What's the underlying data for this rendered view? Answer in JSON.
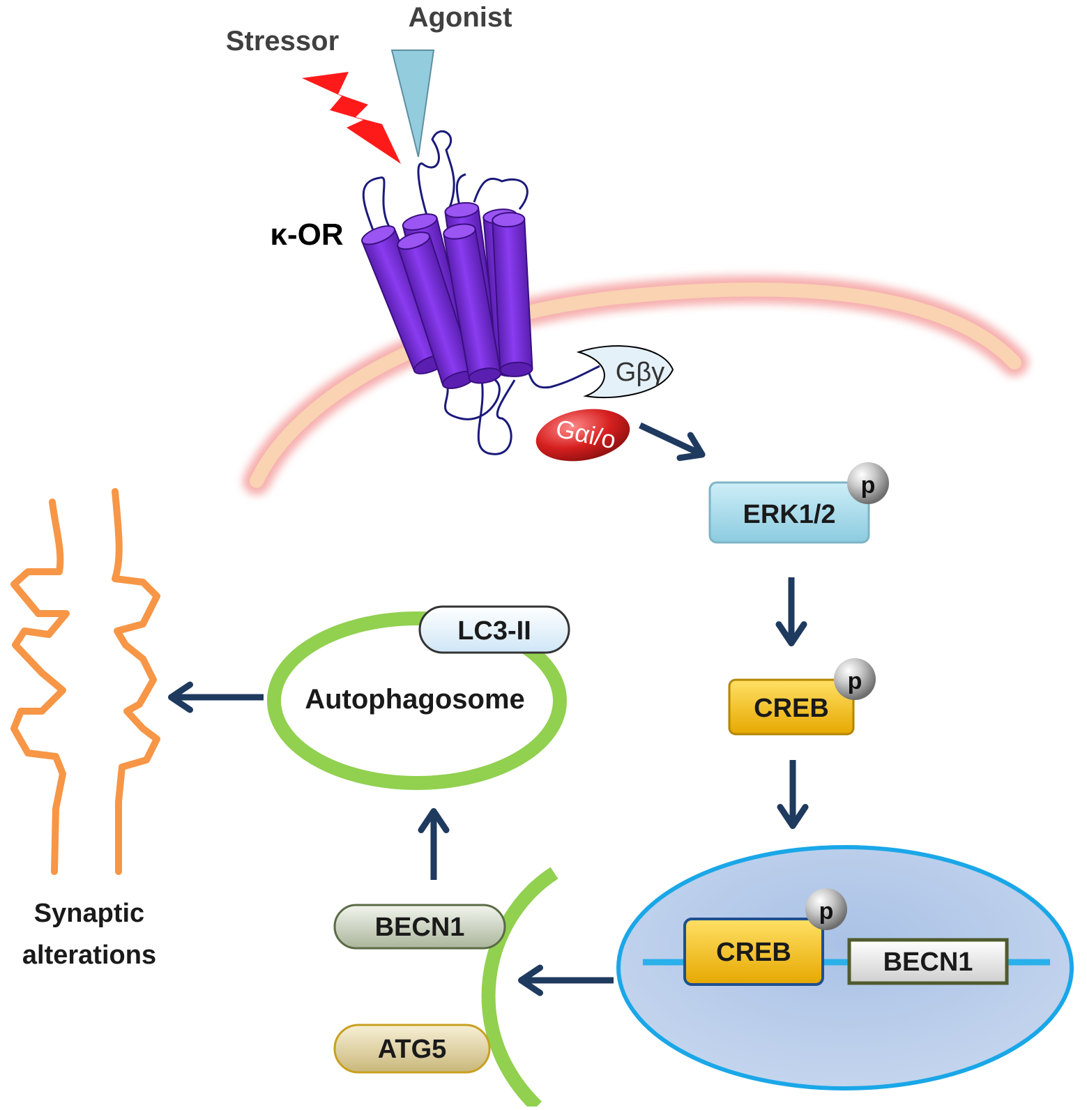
{
  "labels": {
    "agonist": "Agonist",
    "stressor": "Stressor",
    "receptor": "κ-OR",
    "g_beta_gamma": "Gβγ",
    "g_alpha": "Gαi/o",
    "erk": "ERK1/2",
    "creb": "CREB",
    "creb_nucleus": "CREB",
    "becn1_gene": "BECN1",
    "becn1": "BECN1",
    "atg5": "ATG5",
    "lc3": "LC3-II",
    "autophagosome": "Autophagosome",
    "synaptic_line1": "Synaptic",
    "synaptic_line2": "alterations",
    "phospho": "p"
  },
  "colors": {
    "receptor": "#7b2fd6",
    "receptor_loop": "#1a1a7a",
    "stressor": "#ff1a1a",
    "agonist": "#93cddd",
    "membrane": "#f9d3b2",
    "membrane_glow": "#f5a0a0",
    "g_alpha": "#d61f1f",
    "erk_box": "#a8dcec",
    "creb_box": "#ffc000",
    "nucleus_fill": "#b3c8e6",
    "nucleus_border": "#1aa7e8",
    "dna_line": "#2ab0ea",
    "becn1_gene": "#e8e8e8",
    "becn1_gene_border": "#4f5b2e",
    "autophagosome_ring": "#92d050",
    "lc3_fill": "#e4f1fa",
    "becn1_pill": "#c6d0b8",
    "atg5_pill": "#e3d6a5",
    "arrow": "#1f3a5f",
    "synapse": "#f79646"
  },
  "icons": {
    "stressor": "lightning-bolt-icon",
    "agonist": "triangle-ligand-icon",
    "phospho": "phosphate-sphere-icon"
  }
}
